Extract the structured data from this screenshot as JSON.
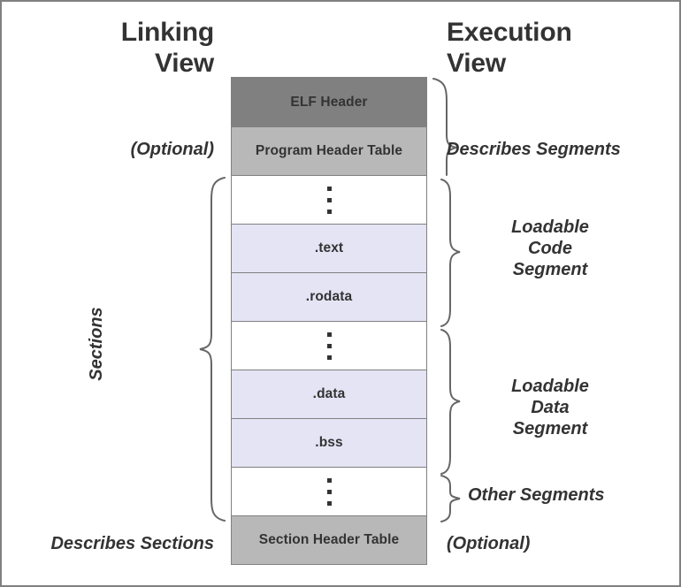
{
  "titles": {
    "linking": "Linking\nView",
    "execution": "Execution\nView"
  },
  "table": {
    "rows": [
      {
        "label": "ELF Header",
        "kind": "header"
      },
      {
        "label": "Program Header Table",
        "kind": "table"
      },
      {
        "label": "",
        "kind": "ellipsis"
      },
      {
        "label": ".text",
        "kind": "section"
      },
      {
        "label": ".rodata",
        "kind": "section"
      },
      {
        "label": "",
        "kind": "ellipsis"
      },
      {
        "label": ".data",
        "kind": "section"
      },
      {
        "label": ".bss",
        "kind": "section"
      },
      {
        "label": "",
        "kind": "ellipsis"
      },
      {
        "label": "Section Header Table",
        "kind": "table"
      }
    ]
  },
  "annotations": {
    "left": {
      "optional": "(Optional)",
      "sections": "Sections",
      "describes_sections": "Describes Sections"
    },
    "right": {
      "describes_segments": "Describes Segments",
      "loadable_code": "Loadable\nCode\nSegment",
      "loadable_data": "Loadable\nData\nSegment",
      "other_segments": "Other Segments",
      "optional": "(Optional)"
    }
  },
  "colors": {
    "elf_header": "#808080",
    "header_table": "#b8b8b8",
    "section": "#e4e4f5",
    "ellipsis": "#ffffff",
    "border": "#808080",
    "brace": "#666666",
    "text": "#333333"
  }
}
